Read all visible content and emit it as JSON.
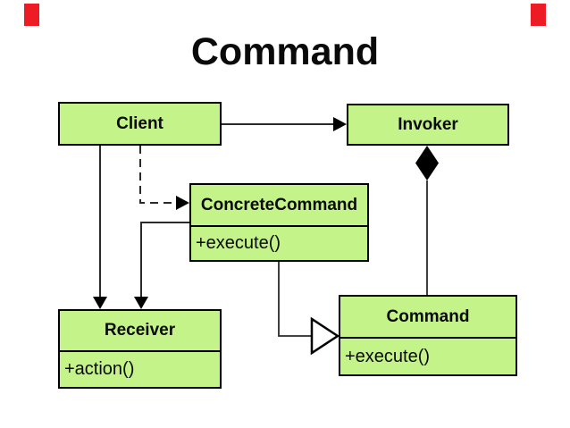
{
  "slide": {
    "title": "Command"
  },
  "diagram": {
    "classes": [
      {
        "id": "client",
        "name": "Client",
        "methods": []
      },
      {
        "id": "invoker",
        "name": "Invoker",
        "methods": []
      },
      {
        "id": "concrete_command",
        "name": "ConcreteCommand",
        "methods": [
          "+execute()"
        ]
      },
      {
        "id": "receiver",
        "name": "Receiver",
        "methods": [
          "+action()"
        ]
      },
      {
        "id": "command",
        "name": "Command",
        "methods": [
          "+execute()"
        ]
      }
    ],
    "relations": [
      {
        "from": "Client",
        "to": "Invoker",
        "type": "association",
        "line": "solid",
        "marker": "filled-arrow"
      },
      {
        "from": "Client",
        "to": "Receiver",
        "type": "association",
        "line": "solid",
        "marker": "filled-arrow"
      },
      {
        "from": "Client",
        "to": "ConcreteCommand",
        "type": "dependency",
        "line": "dashed",
        "marker": "filled-arrow"
      },
      {
        "from": "ConcreteCommand",
        "to": "Receiver",
        "type": "association",
        "line": "solid",
        "marker": "filled-arrow"
      },
      {
        "from": "Invoker",
        "to": "Command",
        "type": "aggregation",
        "line": "solid",
        "marker": "filled-diamond"
      },
      {
        "from": "ConcreteCommand",
        "to": "Command",
        "type": "realization",
        "line": "solid",
        "marker": "hollow-triangle"
      }
    ]
  },
  "colors": {
    "class_fill": "#c3f389",
    "class_border": "#000000",
    "line": "#2a2a2a",
    "corner_marker_red": "#ed1c24",
    "background": "#ffffff",
    "text": "#0a0a0a"
  }
}
